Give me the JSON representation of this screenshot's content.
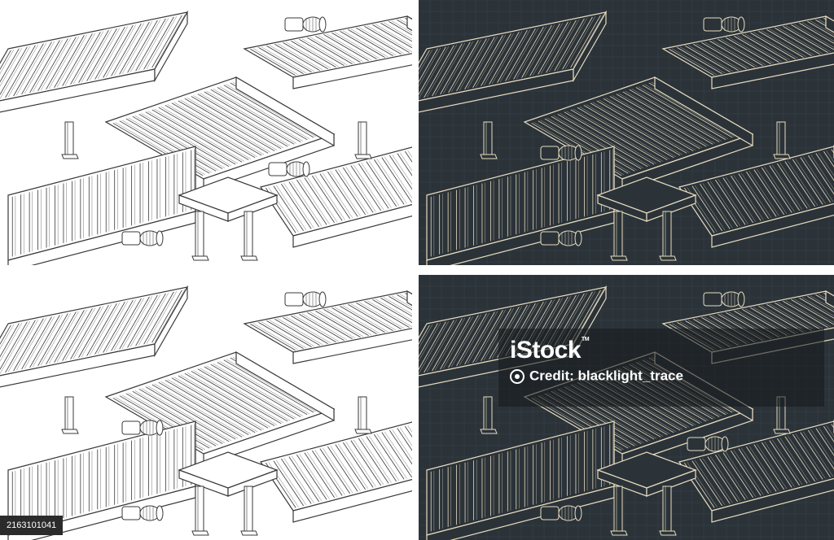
{
  "watermark": {
    "logo_text": "iStock",
    "trademark": "TM",
    "credit_text": "Credit: blacklight_trace"
  },
  "image_id": "2163101041",
  "colors": {
    "light_bg": "#ffffff",
    "light_line": "#3a3a3a",
    "dark_bg": "#2b3339",
    "dark_line": "#e8dcc0"
  },
  "panels": [
    {
      "name": "isometric-view-1-light"
    },
    {
      "name": "isometric-view-1-dark"
    },
    {
      "name": "isometric-view-2-light"
    },
    {
      "name": "isometric-view-2-dark"
    }
  ]
}
